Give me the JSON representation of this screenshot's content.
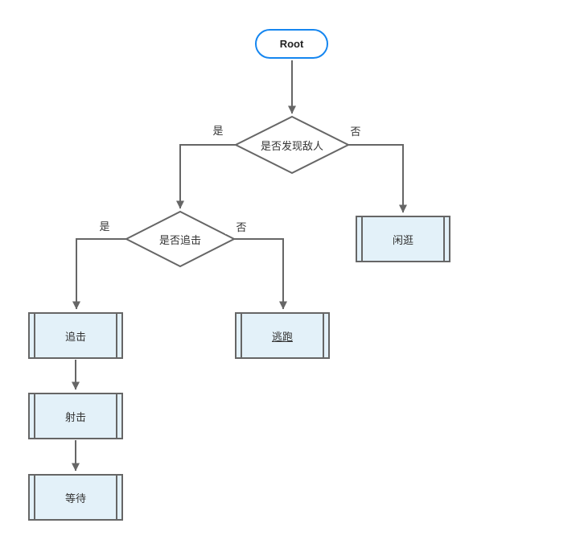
{
  "diagram": {
    "root": {
      "label": "Root"
    },
    "decisions": {
      "enemy_found": {
        "label": "是否发现敌人",
        "yes": "是",
        "no": "否"
      },
      "should_chase": {
        "label": "是否追击",
        "yes": "是",
        "no": "否"
      }
    },
    "processes": {
      "wander": {
        "label": "闲逛"
      },
      "chase": {
        "label": "追击"
      },
      "shoot": {
        "label": "射击"
      },
      "wait": {
        "label": "等待"
      },
      "flee": {
        "label": "逃跑"
      }
    },
    "colors": {
      "root_border": "#1586f0",
      "connector": "#666666",
      "process_fill": "#e3f1f9",
      "process_border": "#666666",
      "text": "#333333"
    }
  }
}
